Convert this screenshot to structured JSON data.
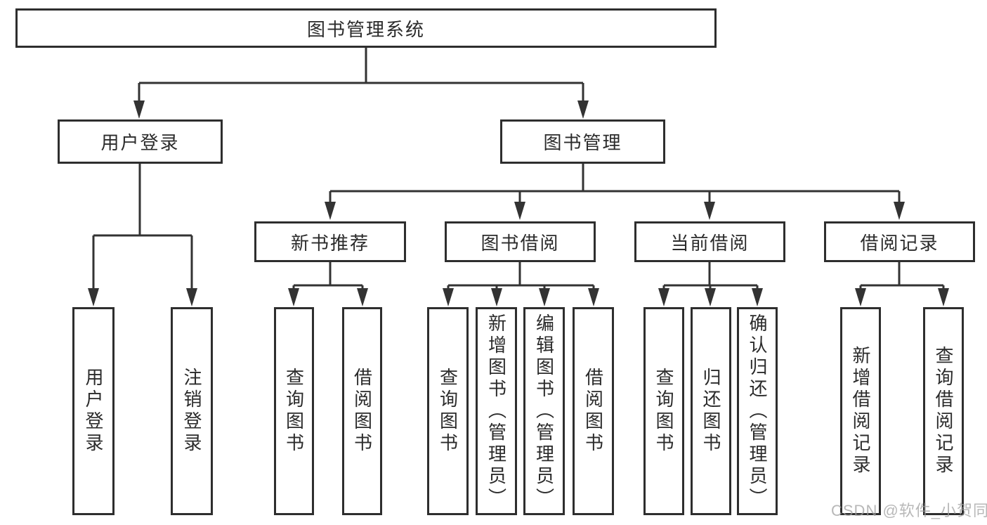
{
  "diagram": {
    "title": "图书管理系统",
    "root": {
      "label": "图书管理系统"
    },
    "branches": [
      {
        "label": "用户登录",
        "children": [
          {
            "label": "用户登录"
          },
          {
            "label": "注销登录"
          }
        ]
      },
      {
        "label": "图书管理",
        "children": [
          {
            "label": "新书推荐",
            "children": [
              {
                "label": "查询图书"
              },
              {
                "label": "借阅图书"
              }
            ]
          },
          {
            "label": "图书借阅",
            "children": [
              {
                "label": "查询图书"
              },
              {
                "label": "新增图书（管理员）"
              },
              {
                "label": "编辑图书（管理员）"
              },
              {
                "label": "借阅图书"
              }
            ]
          },
          {
            "label": "当前借阅",
            "children": [
              {
                "label": "查询图书"
              },
              {
                "label": "归还图书"
              },
              {
                "label": "确认归还（管理员）"
              }
            ]
          },
          {
            "label": "借阅记录",
            "children": [
              {
                "label": "新增借阅记录"
              },
              {
                "label": "查询借阅记录"
              }
            ]
          }
        ]
      }
    ]
  },
  "watermark": {
    "text": "CSDN @软件_小贺同学"
  },
  "colors": {
    "line": "#333333",
    "box_border": "#2e2e2e",
    "text": "#2b2b2b",
    "watermark": "#a0a0a0",
    "background": "#ffffff"
  }
}
